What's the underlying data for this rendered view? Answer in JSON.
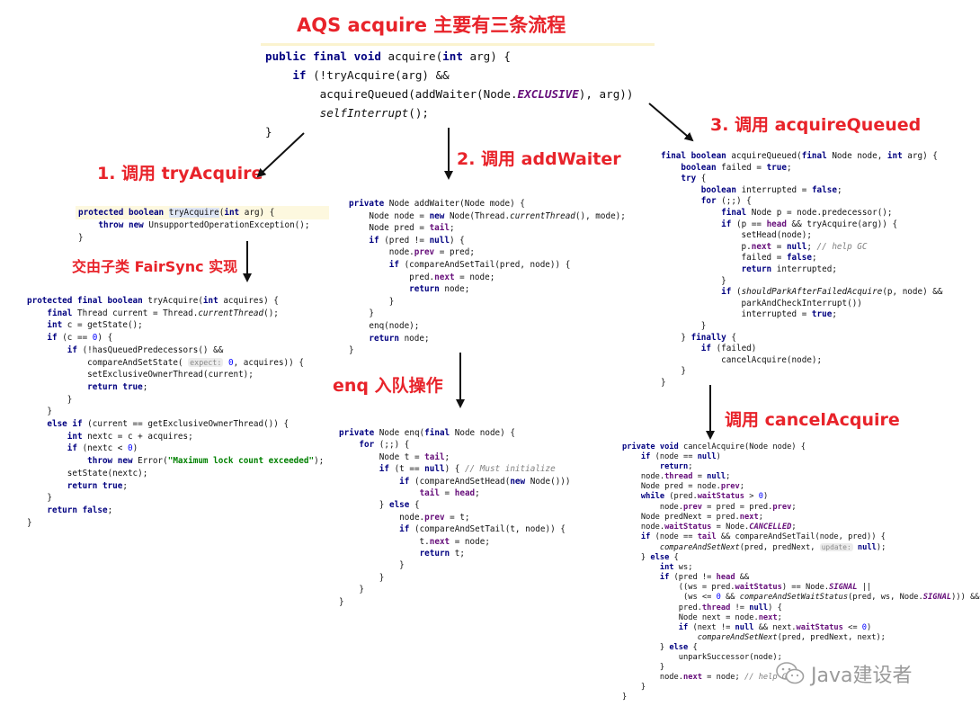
{
  "titles": {
    "main": "AQS acquire 主要有三条流程",
    "step1": "1. 调用 tryAcquire",
    "step1_sub": "交由子类 FairSync 实现",
    "step2": "2. 调用 addWaiter",
    "step2_sub": "enq 入队操作",
    "step3": "3. 调用 acquireQueued",
    "step3_sub": "调用 cancelAcquire"
  },
  "code_blocks": {
    "acquire": [
      "<span class=\"kw\">public final void</span> acquire(<span class=\"kw\">int</span> arg) {",
      "    <span class=\"kw\">if</span> (!tryAcquire(arg) &amp;&amp;",
      "        acquireQueued(addWaiter(Node.<span class=\"fi\">EXCLUSIVE</span>), arg))",
      "        <span class=\"it\">selfInterrupt</span>();",
      "}"
    ],
    "tryAcquire_abstract": [
      "<span class=\"kw\">protected boolean</span> <span class=\"hl\">tryAcquire</span>(<span class=\"kw\">int</span> arg) {",
      "    <span class=\"kw\">throw new</span> UnsupportedOperationException();",
      "}"
    ],
    "fairsync_tryAcquire": [
      "<span class=\"kw\">protected final boolean</span> tryAcquire(<span class=\"kw\">int</span> acquires) {",
      "    <span class=\"kw\">final</span> Thread current = Thread.<span class=\"it\">currentThread</span>();",
      "    <span class=\"kw\">int</span> c = getState();",
      "    <span class=\"kw\">if</span> (c == <span class=\"num\">0</span>) {",
      "        <span class=\"kw\">if</span> (!hasQueuedPredecessors() &amp;&amp;",
      "            compareAndSetState( <span class=\"hint\">expect:</span> <span class=\"num\">0</span>, acquires)) {",
      "            setExclusiveOwnerThread(current);",
      "            <span class=\"kw\">return true</span>;",
      "        }",
      "    }",
      "    <span class=\"kw\">else if</span> (current == getExclusiveOwnerThread()) {",
      "        <span class=\"kw\">int</span> nextc = c + acquires;",
      "        <span class=\"kw\">if</span> (nextc &lt; <span class=\"num\">0</span>)",
      "            <span class=\"kw\">throw new</span> Error(<span class=\"str\">\"Maximum lock count exceeded\"</span>);",
      "        setState(nextc);",
      "        <span class=\"kw\">return true</span>;",
      "    }",
      "    <span class=\"kw\">return false</span>;",
      "}"
    ],
    "addWaiter": [
      "<span class=\"kw\">private</span> Node addWaiter(Node mode) {",
      "    Node node = <span class=\"kw\">new</span> Node(Thread.<span class=\"it\">currentThread</span>(), mode);",
      "    Node pred = <span class=\"fld\">tail</span>;",
      "    <span class=\"kw\">if</span> (pred != <span class=\"kw\">null</span>) {",
      "        node.<span class=\"fld\">prev</span> = pred;",
      "        <span class=\"kw\">if</span> (compareAndSetTail(pred, node)) {",
      "            pred.<span class=\"fld\">next</span> = node;",
      "            <span class=\"kw\">return</span> node;",
      "        }",
      "    }",
      "    enq(node);",
      "    <span class=\"kw\">return</span> node;",
      "}"
    ],
    "enq": [
      "<span class=\"kw\">private</span> Node enq(<span class=\"kw\">final</span> Node node) {",
      "    <span class=\"kw\">for</span> (;;) {",
      "        Node t = <span class=\"fld\">tail</span>;",
      "        <span class=\"kw\">if</span> (t == <span class=\"kw\">null</span>) { <span class=\"cm\">// Must initialize</span>",
      "            <span class=\"kw\">if</span> (compareAndSetHead(<span class=\"kw\">new</span> Node()))",
      "                <span class=\"fld\">tail</span> = <span class=\"fld\">head</span>;",
      "        } <span class=\"kw\">else</span> {",
      "            node.<span class=\"fld\">prev</span> = t;",
      "            <span class=\"kw\">if</span> (compareAndSetTail(t, node)) {",
      "                t.<span class=\"fld\">next</span> = node;",
      "                <span class=\"kw\">return</span> t;",
      "            }",
      "        }",
      "    }",
      "}"
    ],
    "acquireQueued": [
      "<span class=\"kw\">final boolean</span> acquireQueued(<span class=\"kw\">final</span> Node node, <span class=\"kw\">int</span> arg) {",
      "    <span class=\"kw\">boolean</span> failed = <span class=\"kw\">true</span>;",
      "    <span class=\"kw\">try</span> {",
      "        <span class=\"kw\">boolean</span> interrupted = <span class=\"kw\">false</span>;",
      "        <span class=\"kw\">for</span> (;;) {",
      "            <span class=\"kw\">final</span> Node p = node.predecessor();",
      "            <span class=\"kw\">if</span> (p == <span class=\"fld\">head</span> &amp;&amp; tryAcquire(arg)) {",
      "                setHead(node);",
      "                p.<span class=\"fld\">next</span> = <span class=\"kw\">null</span>; <span class=\"cm\">// help GC</span>",
      "                failed = <span class=\"kw\">false</span>;",
      "                <span class=\"kw\">return</span> interrupted;",
      "            }",
      "            <span class=\"kw\">if</span> (<span class=\"it\">shouldParkAfterFailedAcquire</span>(p, node) &amp;&amp;",
      "                parkAndCheckInterrupt())",
      "                interrupted = <span class=\"kw\">true</span>;",
      "        }",
      "    } <span class=\"kw\">finally</span> {",
      "        <span class=\"kw\">if</span> (failed)",
      "            cancelAcquire(node);",
      "    }",
      "}"
    ],
    "cancelAcquire": [
      "<span class=\"kw\">private void</span> cancelAcquire(Node node) {",
      "    <span class=\"kw\">if</span> (node == <span class=\"kw\">null</span>)",
      "        <span class=\"kw\">return</span>;",
      "    node.<span class=\"fld\">thread</span> = <span class=\"kw\">null</span>;",
      "    Node pred = node.<span class=\"fld\">prev</span>;",
      "    <span class=\"kw\">while</span> (pred.<span class=\"fld\">waitStatus</span> &gt; <span class=\"num\">0</span>)",
      "        node.<span class=\"fld\">prev</span> = pred = pred.<span class=\"fld\">prev</span>;",
      "    Node predNext = pred.<span class=\"fld\">next</span>;",
      "    node.<span class=\"fld\">waitStatus</span> = Node.<span class=\"fi\">CANCELLED</span>;",
      "    <span class=\"kw\">if</span> (node == <span class=\"fld\">tail</span> &amp;&amp; compareAndSetTail(node, pred)) {",
      "        <span class=\"it\">compareAndSetNext</span>(pred, predNext, <span class=\"hint\">update:</span> <span class=\"kw\">null</span>);",
      "    } <span class=\"kw\">else</span> {",
      "        <span class=\"kw\">int</span> ws;",
      "        <span class=\"kw\">if</span> (pred != <span class=\"fld\">head</span> &amp;&amp;",
      "            ((ws = pred.<span class=\"fld\">waitStatus</span>) == Node.<span class=\"fi\">SIGNAL</span> ||",
      "             (ws &lt;= <span class=\"num\">0</span> &amp;&amp; <span class=\"it\">compareAndSetWaitStatus</span>(pred, ws, Node.<span class=\"fi\">SIGNAL</span>))) &amp;&amp;",
      "            pred.<span class=\"fld\">thread</span> != <span class=\"kw\">null</span>) {",
      "            Node next = node.<span class=\"fld\">next</span>;",
      "            <span class=\"kw\">if</span> (next != <span class=\"kw\">null</span> &amp;&amp; next.<span class=\"fld\">waitStatus</span> &lt;= <span class=\"num\">0</span>)",
      "                <span class=\"it\">compareAndSetNext</span>(pred, predNext, next);",
      "        } <span class=\"kw\">else</span> {",
      "            unparkSuccessor(node);",
      "        }",
      "        node.<span class=\"fld\">next</span> = node; <span class=\"cm\">// help GC</span>",
      "    }",
      "}"
    ]
  },
  "watermark": {
    "text": "Java建设者",
    "icon": "wechat-icon"
  },
  "colors": {
    "title": "#e8232a",
    "keyword": "#000080",
    "field": "#660e7a",
    "string": "#008000",
    "number": "#0000ff",
    "comment": "#808080"
  }
}
